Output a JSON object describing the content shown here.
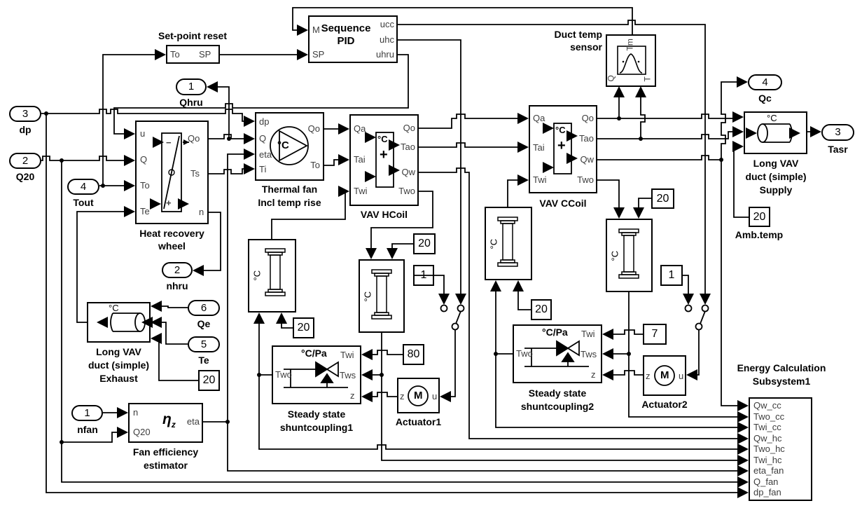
{
  "ovals": {
    "dp": {
      "num": "3",
      "label": "dp"
    },
    "q20": {
      "num": "2",
      "label": "Q20"
    },
    "tout": {
      "num": "4",
      "label": "Tout"
    },
    "qhru": {
      "num": "1",
      "label": "Qhru"
    },
    "nhru": {
      "num": "2",
      "label": "nhru"
    },
    "qe": {
      "num": "6",
      "label": "Qe"
    },
    "te": {
      "num": "5",
      "label": "Te"
    },
    "nfan": {
      "num": "1",
      "label": "nfan"
    },
    "qc": {
      "num": "4",
      "label": "Qc"
    },
    "tasr": {
      "num": "3",
      "label": "Tasr"
    }
  },
  "constants": {
    "exhaust_temp": "20",
    "col1_temp": "20",
    "col2_temp": "20",
    "sw1_on": "1",
    "hot_water": "80",
    "col4_temp": "20",
    "chilled_water": "7",
    "col3_temp": "20",
    "sw2_on": "1",
    "amb_temp": "20",
    "amb_label": "Amb.temp"
  },
  "blocks": {
    "setpoint_reset": {
      "label": "Set-point reset",
      "in": "To",
      "out": "SP"
    },
    "sequence_pid": {
      "title1": "Sequence",
      "title2": "PID",
      "m": "M",
      "sp": "SP",
      "ucc": "ucc",
      "uhc": "uhc",
      "uhru": "uhru"
    },
    "duct_sensor": {
      "label1": "Duct temp",
      "label2": "sensor",
      "tm": "Tm",
      "q": "Q",
      "t": "T"
    },
    "hrw": {
      "label1": "Heat recovery",
      "label2": "wheel",
      "u": "u",
      "q": "Q",
      "to": "To",
      "te": "Te",
      "qo": "Qo",
      "ts": "Ts",
      "n": "n",
      "minus": "−",
      "plus": "+"
    },
    "thermal_fan": {
      "label1": "Thermal fan",
      "label2": "Incl temp rise",
      "dp": "dp",
      "q": "Q",
      "eta": "eta",
      "ti": "Ti",
      "qo": "Qo",
      "to": "To",
      "degc": "°C"
    },
    "hcoil": {
      "label": "VAV HCoil",
      "qa": "Qa",
      "tai": "Tai",
      "twi": "Twi",
      "qo": "Qo",
      "tao": "Tao",
      "qw": "Qw",
      "two": "Two",
      "degc": "°C",
      "plus": "+"
    },
    "ccoil": {
      "label": "VAV CCoil",
      "qa": "Qa",
      "tai": "Tai",
      "twi": "Twi",
      "qo": "Qo",
      "tao": "Tao",
      "qw": "Qw",
      "two": "Two",
      "degc": "°C",
      "plus": "+"
    },
    "supply_duct": {
      "label1": "Long VAV",
      "label2": "duct (simple)",
      "label3": "Supply",
      "degc": "°C"
    },
    "exhaust_duct": {
      "label1": "Long VAV",
      "label2": "duct (simple)",
      "label3": "Exhaust",
      "degc": "°C"
    },
    "fan_eff": {
      "label1": "Fan efficiency",
      "label2": "estimator",
      "n": "n",
      "q20": "Q20",
      "eta": "eta",
      "glyph": "η",
      "glyph_sub": "z"
    },
    "col1": {
      "degc": "°C"
    },
    "col2": {
      "degc": "°C"
    },
    "col3": {
      "degc": "°C"
    },
    "col4": {
      "degc": "°C"
    },
    "shunt1": {
      "label1": "Steady state",
      "label2": "shuntcoupling1",
      "unit": "°C/Pa",
      "twi": "Twi",
      "two": "Two",
      "tws": "Tws",
      "z": "z"
    },
    "shunt2": {
      "label1": "Steady state",
      "label2": "shuntcoupling2",
      "unit": "°C/Pa",
      "twi": "Twi",
      "two": "Two",
      "tws": "Tws",
      "z": "z"
    },
    "act1": {
      "label": "Actuator1",
      "z": "z",
      "u": "u",
      "m": "M"
    },
    "act2": {
      "label": "Actuator2",
      "z": "z",
      "u": "u",
      "m": "M"
    },
    "energy": {
      "title1": "Energy Calculation",
      "title2": "Subsystem1",
      "ports": [
        "Qw_cc",
        "Two_cc",
        "Twi_cc",
        "Qw_hc",
        "Two_hc",
        "Twi_hc",
        "eta_fan",
        "Q_fan",
        "dp_fan"
      ]
    }
  }
}
